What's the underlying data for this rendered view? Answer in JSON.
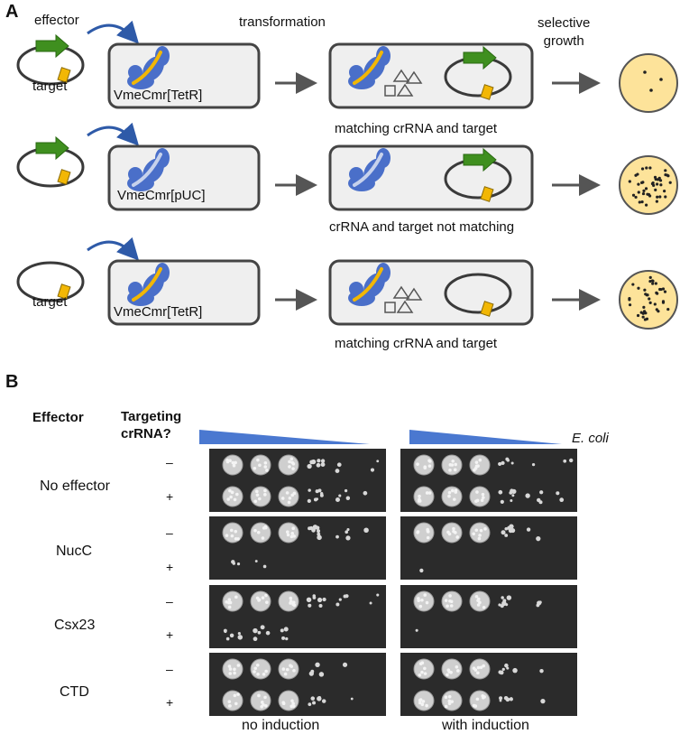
{
  "panelA": {
    "letter": "A",
    "label_effector": "effector",
    "label_target": "target",
    "label_transformation": "transformation",
    "label_selective_growth": "selective\ngrowth",
    "rows": [
      {
        "cell_name": "VmeCmr[TetR]",
        "caption": "matching crRNA and target",
        "crRNA_color": "#f2b705",
        "plasmid_has_effector": true,
        "degraded_symbols": true,
        "colony_count": 3
      },
      {
        "cell_name": "VmeCmr[pUC]",
        "caption": "crRNA and target not matching",
        "crRNA_color": "#c7d2ec",
        "plasmid_has_effector": true,
        "degraded_symbols": false,
        "colony_count": 42
      },
      {
        "cell_name": "VmeCmr[TetR]",
        "caption": "matching crRNA and target",
        "crRNA_color": "#f2b705",
        "plasmid_has_effector": false,
        "degraded_symbols": true,
        "colony_count": 38
      }
    ],
    "row3_target_label": "target"
  },
  "panelB": {
    "letter": "B",
    "header_effector": "Effector",
    "header_targeting": "Targeting\ncrRNA?",
    "dilution_label": "E. coli",
    "conditions": [
      "no induction",
      "with induction"
    ],
    "effectors": [
      {
        "name": "No effector",
        "signs": [
          "–",
          "+"
        ]
      },
      {
        "name": "NucC",
        "signs": [
          "–",
          "+"
        ]
      },
      {
        "name": "Csx23",
        "signs": [
          "–",
          "+"
        ]
      },
      {
        "name": "CTD",
        "signs": [
          "–",
          "+"
        ]
      }
    ],
    "colors": {
      "wedge": "#4a78d0",
      "plate_bg": "#2b2b2b",
      "colony": "#d8d8d8"
    },
    "growth_levels": {
      "no induction": [
        [
          1,
          1,
          1,
          0.55,
          0.2,
          0.15
        ],
        [
          1,
          1,
          1,
          0.7,
          0.35,
          0.1
        ],
        [
          1,
          1,
          1,
          0.65,
          0.3,
          0.1
        ],
        [
          0.25,
          0.15,
          0,
          0,
          0,
          0
        ],
        [
          1,
          1,
          1,
          0.6,
          0.35,
          0.2
        ],
        [
          0.5,
          0.4,
          0.35,
          0,
          0,
          0
        ],
        [
          1,
          1,
          1,
          0.35,
          0.1,
          0
        ],
        [
          1,
          1,
          1,
          0.5,
          0.1,
          0
        ]
      ],
      "with induction": [
        [
          1,
          1,
          1,
          0.4,
          0.1,
          0.15
        ],
        [
          1,
          1,
          1,
          0.6,
          0.3,
          0.2
        ],
        [
          1,
          1,
          1,
          0.55,
          0.15,
          0
        ],
        [
          0.08,
          0,
          0,
          0,
          0,
          0
        ],
        [
          1,
          1,
          1,
          0.6,
          0.25,
          0
        ],
        [
          0.08,
          0,
          0,
          0,
          0,
          0
        ],
        [
          1,
          1,
          1,
          0.5,
          0.1,
          0
        ],
        [
          1,
          1,
          1,
          0.45,
          0.1,
          0
        ]
      ]
    }
  }
}
